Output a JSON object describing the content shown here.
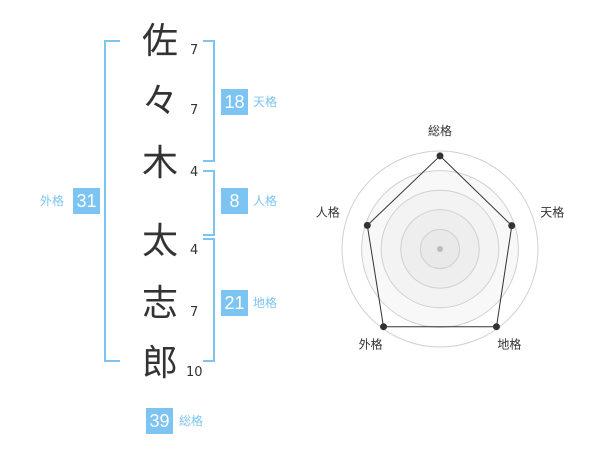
{
  "name": {
    "characters": [
      {
        "char": "佐",
        "strokes": "7"
      },
      {
        "char": "々",
        "strokes": "7"
      },
      {
        "char": "木",
        "strokes": "4"
      },
      {
        "char": "太",
        "strokes": "4"
      },
      {
        "char": "志",
        "strokes": "7"
      },
      {
        "char": "郎",
        "strokes": "10"
      }
    ]
  },
  "fortune": {
    "tenkaku": {
      "value": "18",
      "label": "天格"
    },
    "jinkaku": {
      "value": "8",
      "label": "人格"
    },
    "chikaku": {
      "value": "21",
      "label": "地格"
    },
    "gaikaku": {
      "value": "31",
      "label": "外格"
    },
    "soukaku": {
      "value": "39",
      "label": "総格"
    }
  },
  "colors": {
    "accent": "#7cc4f2",
    "text": "#333333"
  },
  "radar": {
    "axes": [
      "総格",
      "天格",
      "地格",
      "外格",
      "人格"
    ],
    "values": [
      0.95,
      0.77,
      0.98,
      0.98,
      0.78
    ]
  }
}
